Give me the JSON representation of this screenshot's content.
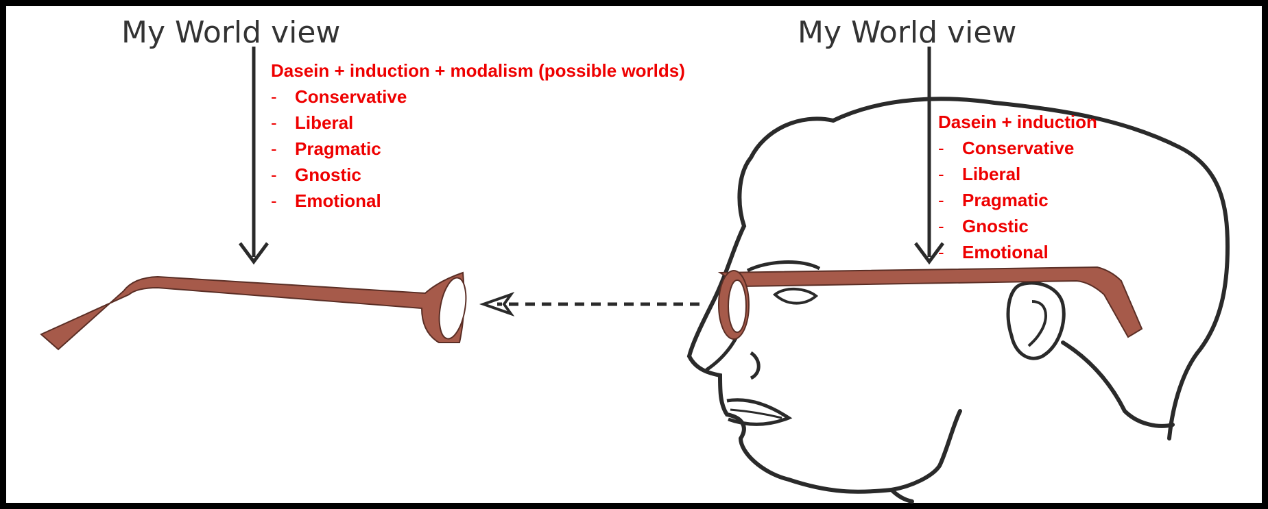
{
  "left": {
    "title": "My World view",
    "heading": "Dasein + induction + modalism (possible worlds)",
    "items": [
      "Conservative",
      "Liberal",
      "Pragmatic",
      "Gnostic",
      "Emotional"
    ]
  },
  "right": {
    "title": "My World view",
    "heading": "Dasein + induction",
    "items": [
      "Conservative",
      "Liberal",
      "Pragmatic",
      "Gnostic",
      "Emotional"
    ]
  },
  "colors": {
    "text_accent": "#ee0000",
    "title_text": "#333333",
    "glasses_fill": "#a65a4a",
    "outline": "#2a2a2a",
    "border": "#000000"
  },
  "icons": {
    "left": "glasses-icon",
    "right": "head-profile-with-glasses-icon"
  }
}
